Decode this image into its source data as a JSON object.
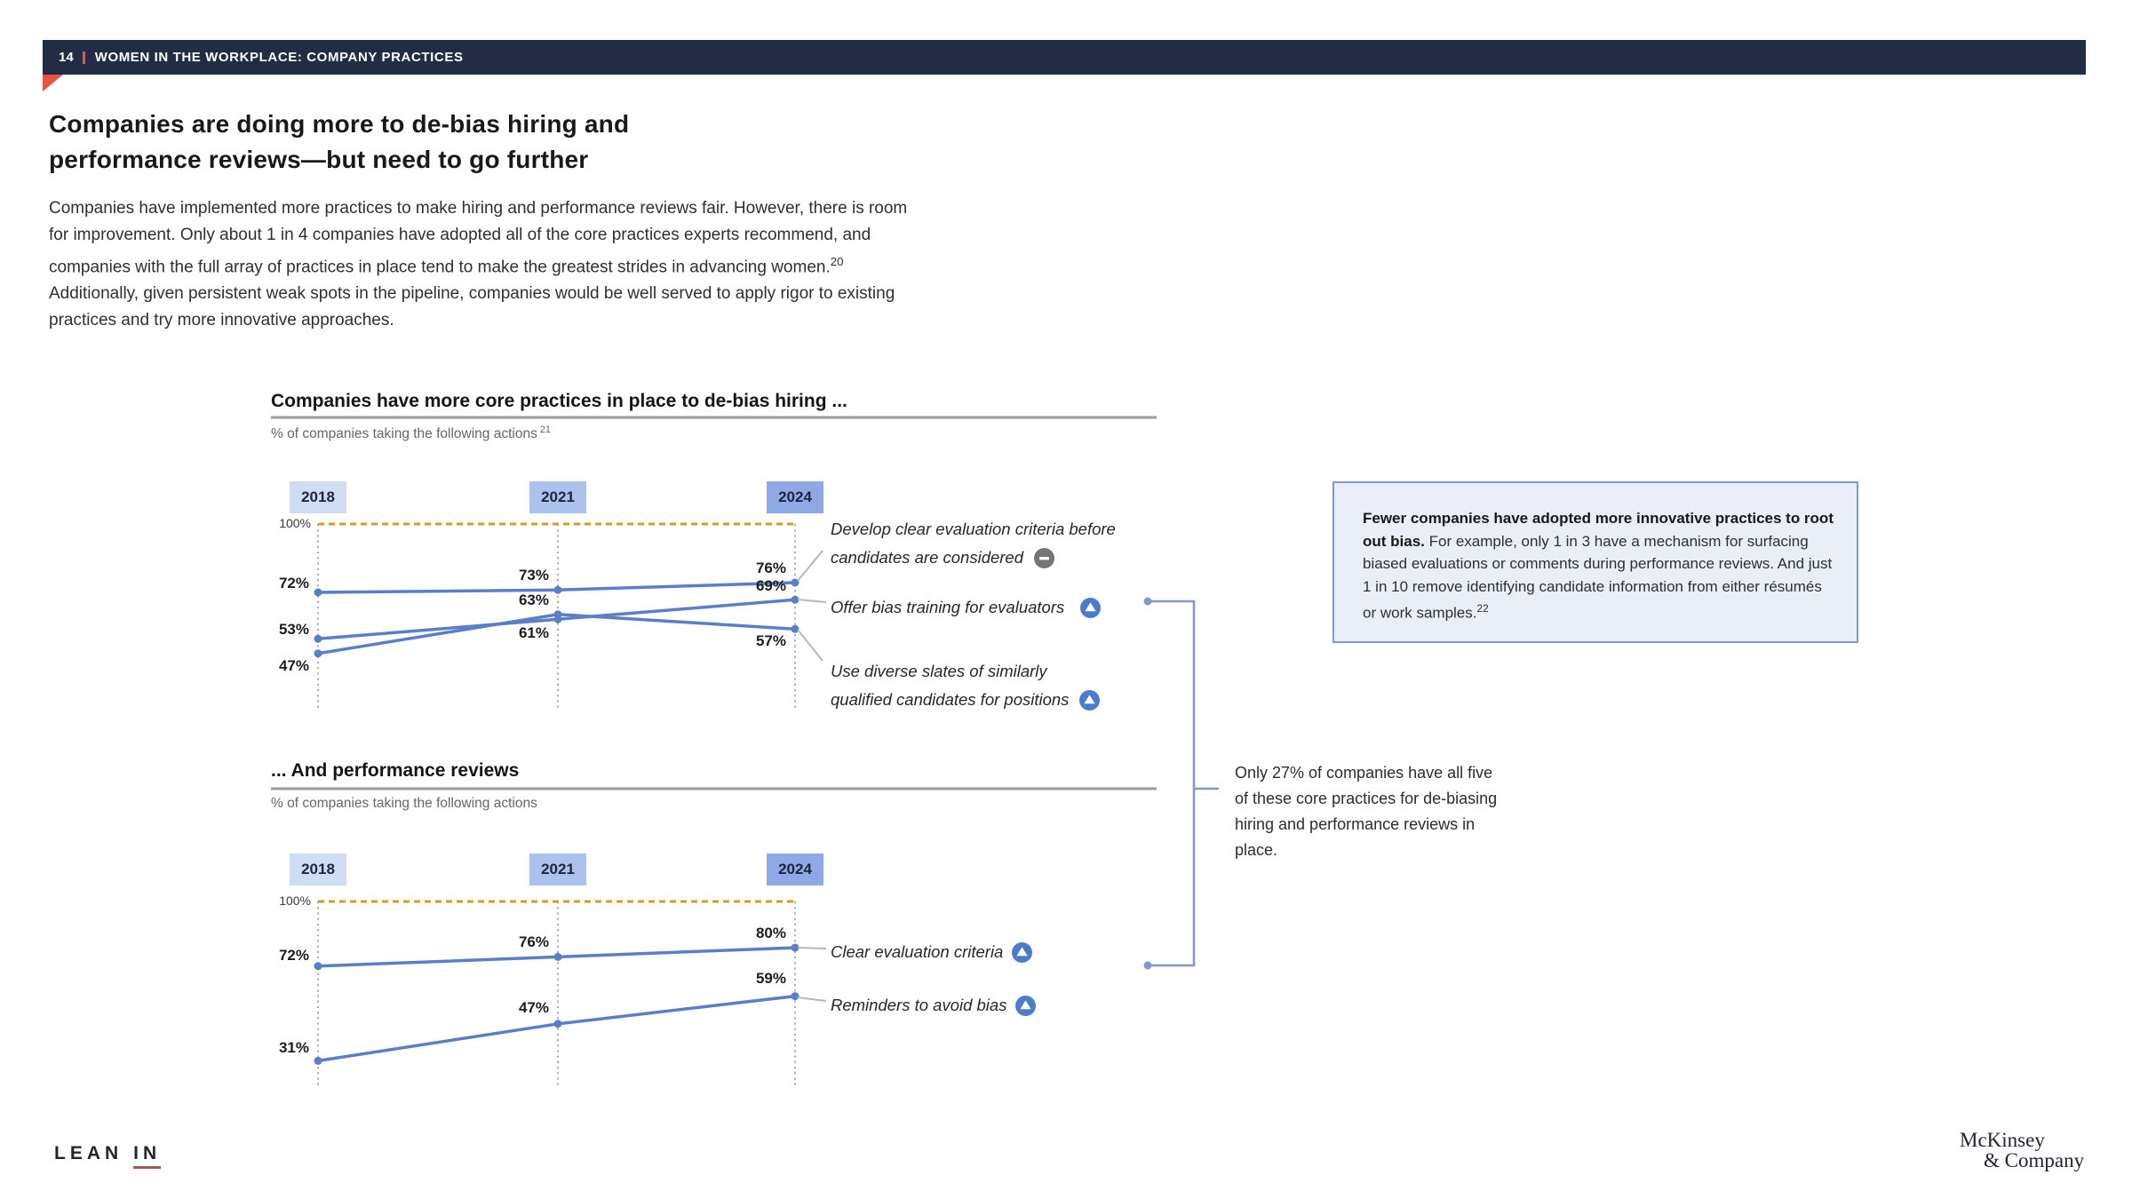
{
  "colors": {
    "header_bar": "#222D45",
    "accent_red": "#E8543F",
    "series_blue": "#5B7EC8",
    "trend_up_blue": "#4B7CCC",
    "trend_flat_gray": "#757575",
    "reference_orange": "#D9992E",
    "year_fills": [
      "#CEDCF4",
      "#ACC2EE",
      "#8EA9E6"
    ],
    "callout_bg": "#E9EEF8",
    "callout_border": "#7E9ACE",
    "bracket_blue": "#8298CB",
    "leanin_underline": "#9C5F55"
  },
  "header": {
    "page_number": "14",
    "section_title": "WOMEN IN THE WORKPLACE: COMPANY PRACTICES"
  },
  "headline": {
    "line1": "Companies are doing more to de-bias hiring and",
    "line2": "performance reviews—but need to go further"
  },
  "intro": {
    "part1": "Companies have implemented more practices to make hiring and performance reviews fair. However, there is room for improvement. Only about 1 in 4 companies have adopted all of the core practices experts recommend, and companies with the full array of practices in place tend to make the greatest strides in advancing women.",
    "footnote": "20",
    "part2": " Additionally, given persistent weak spots in the pipeline, companies would be well served to apply rigor to existing practices and try more innovative approaches."
  },
  "chart_data": [
    {
      "type": "line",
      "title": "Companies have more core practices in place to de-bias hiring ...",
      "subtitle": "% of companies taking the following actions",
      "subtitle_footnote": "21",
      "x": [
        "2018",
        "2021",
        "2024"
      ],
      "ylim": [
        0,
        100
      ],
      "reference_line": {
        "value": 100,
        "label": "100%"
      },
      "series": [
        {
          "name": "Develop clear evaluation criteria before candidates are considered",
          "label_lines": [
            "Develop clear evaluation criteria before",
            "candidates are considered"
          ],
          "values": [
            72,
            73,
            76
          ],
          "trend": "no-change"
        },
        {
          "name": "Offer bias training for evaluators",
          "label_lines": [
            "Offer bias training for evaluators"
          ],
          "values": [
            53,
            61,
            69
          ],
          "trend": "up"
        },
        {
          "name": "Use diverse slates of similarly qualified candidates for positions",
          "label_lines": [
            "Use diverse slates of similarly",
            "qualified candidates for positions"
          ],
          "values": [
            47,
            63,
            57
          ],
          "trend": "up"
        }
      ]
    },
    {
      "type": "line",
      "title": "... And performance reviews",
      "subtitle": "% of companies taking the following actions",
      "subtitle_footnote": "",
      "x": [
        "2018",
        "2021",
        "2024"
      ],
      "ylim": [
        0,
        100
      ],
      "reference_line": {
        "value": 100,
        "label": "100%"
      },
      "series": [
        {
          "name": "Clear evaluation criteria",
          "label_lines": [
            "Clear evaluation criteria"
          ],
          "values": [
            72,
            76,
            80
          ],
          "trend": "up"
        },
        {
          "name": "Reminders to avoid bias",
          "label_lines": [
            "Reminders to avoid bias"
          ],
          "values": [
            31,
            47,
            59
          ],
          "trend": "up"
        }
      ]
    }
  ],
  "annotation": "Only 27% of companies have all five of these core practices for de-biasing hiring and performance reviews in place.",
  "callout": {
    "lead": "Fewer companies have adopted more innovative practices to root out bias.",
    "body": " For example, only 1 in 3 have a mechanism for surfacing biased evaluations or comments during performance reviews. And just 1 in 10 remove identifying candidate information from either résumés or work samples.",
    "footnote": "22"
  },
  "footer": {
    "leanin_word1": "LEAN",
    "leanin_word2": "IN",
    "mckinsey_line1": "McKinsey",
    "mckinsey_line2": "& Company"
  }
}
